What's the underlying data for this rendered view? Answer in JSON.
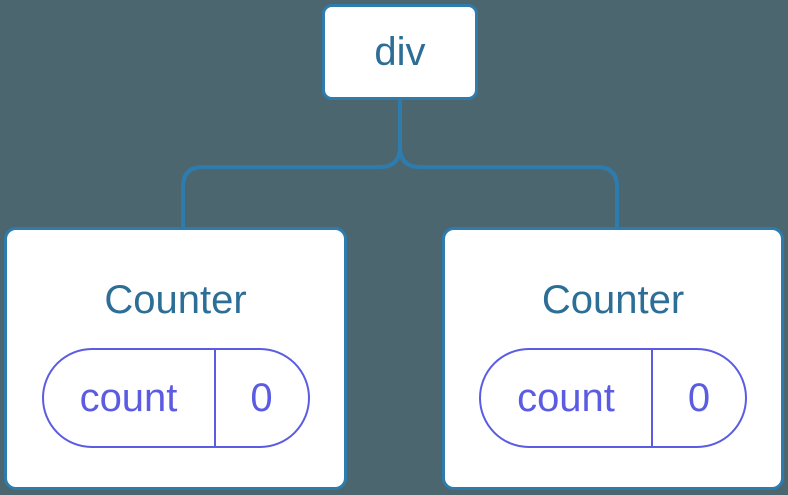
{
  "colors": {
    "background": "#4C6670",
    "connector": "#2E7CAD",
    "node_border": "#2E7CAD",
    "node_background": "#FFFFFF",
    "node_label_text": "#2D6E96",
    "state_accent": "#5B5CE2"
  },
  "tree": {
    "root": {
      "label": "div"
    },
    "children": [
      {
        "label": "Counter",
        "state": {
          "key": "count",
          "value": "0"
        }
      },
      {
        "label": "Counter",
        "state": {
          "key": "count",
          "value": "0"
        }
      }
    ]
  }
}
